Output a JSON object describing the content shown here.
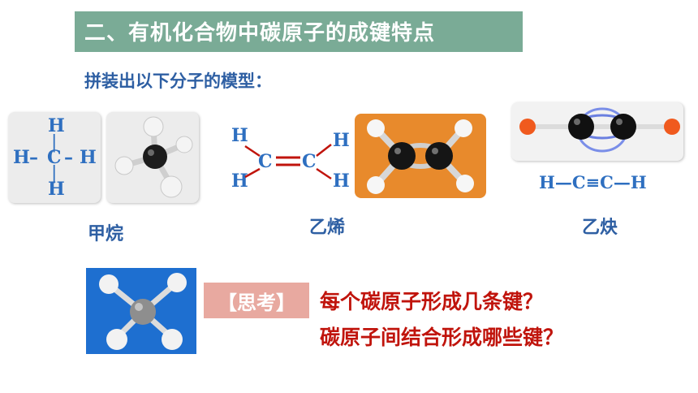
{
  "title": "二、有机化合物中碳原子的成键特点",
  "instruction": "拼装出以下分子的模型：",
  "methane": {
    "label": "甲烷",
    "atom_h": "H",
    "atom_c": "C",
    "bond_h": "–",
    "bond_v": "|"
  },
  "ethylene": {
    "label": "乙烯",
    "atom_h": "H",
    "atom_c": "C"
  },
  "acetylene": {
    "label": "乙炔",
    "formula": "H—C≡C—H"
  },
  "think": {
    "tag": "【思考】",
    "question_1": "每个碳原子形成几条键？",
    "question_2": "碳原子间结合形成哪些键？"
  },
  "colors": {
    "title_bg": "#7aab96",
    "heading_blue": "#2e5fa3",
    "formula_blue": "#2e6fc0",
    "question_red": "#c0140c",
    "tag_bg": "#e8a9a0",
    "model_orange": "#e88a2c",
    "model_blue_bg": "#1e6fd0"
  }
}
